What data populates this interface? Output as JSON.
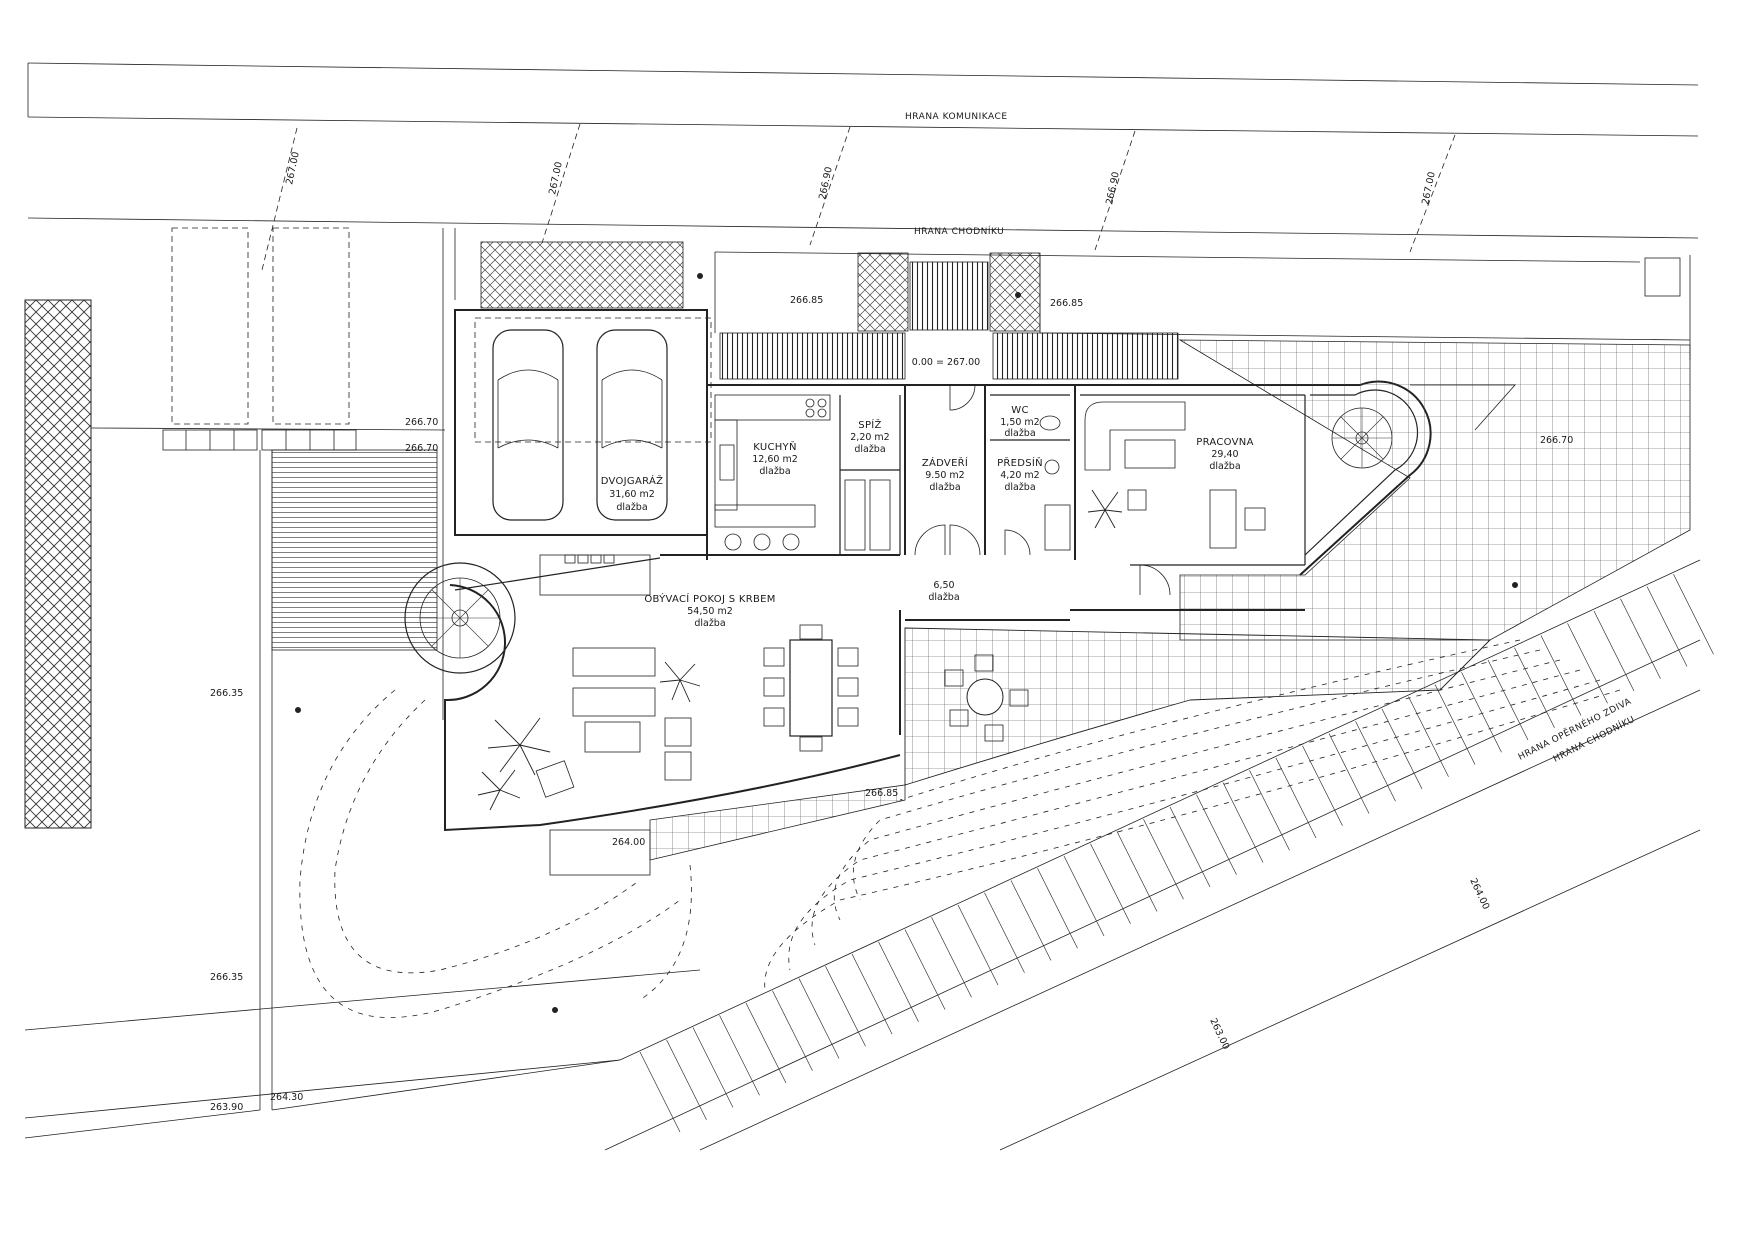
{
  "edges": {
    "road": "HRANA KOMUNIKACE",
    "sidewalk_top": "HRANA CHODNÍKU",
    "retaining": "HRANA OPĚRNÉHO ZDIVA",
    "sidewalk_bottom": "HRANA CHODNÍKU"
  },
  "rooms": {
    "garage": {
      "name": "DVOJGARÁŽ",
      "area": "31,60 m2",
      "floor": "dlažba"
    },
    "kitchen": {
      "name": "KUCHYŇ",
      "area": "12,60 m2",
      "floor": "dlažba"
    },
    "pantry": {
      "name": "SPÍŽ",
      "area": "2,20 m2",
      "floor": "dlažba"
    },
    "vestibule": {
      "name": "ZÁDVEŘÍ",
      "area": "9.50 m2",
      "floor": "dlažba"
    },
    "wc": {
      "name": "WC",
      "area": "1,50 m2",
      "floor": "dlažba"
    },
    "hall": {
      "name": "PŘEDSÍŇ",
      "area": "4,20 m2",
      "floor": "dlažba"
    },
    "study": {
      "name": "PRACOVNA",
      "area": "29,40",
      "floor": "dlažba"
    },
    "living": {
      "name": "OBÝVACÍ POKOJ S KRBEM",
      "area": "54,50 m2",
      "floor": "dlažba"
    },
    "terrace": {
      "area": "6,50",
      "floor": "dlažba"
    }
  },
  "datum": "0.00 = 267.00",
  "elevations": {
    "c1": "267.00",
    "c2": "267.00",
    "c3": "266.90",
    "c4": "266.90",
    "c5": "267.00",
    "e_26685a": "266.85",
    "e_26685b": "266.85",
    "e_26685c": "266.85",
    "e_26670a": "266.70",
    "e_26670b": "266.70",
    "e_26670c": "266.70",
    "e_26635a": "266.35",
    "e_26635b": "266.35",
    "e_26400a": "264.00",
    "e_26400b": "264.00",
    "e_26430": "264.30",
    "e_26390": "263.90",
    "e_26300": "263.00"
  }
}
